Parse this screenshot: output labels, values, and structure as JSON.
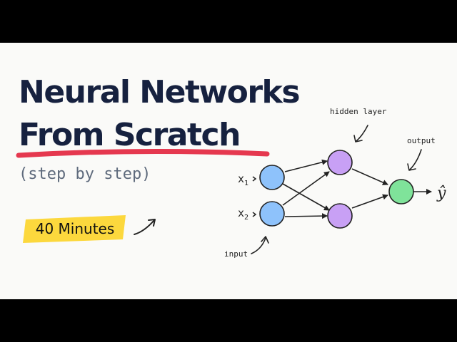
{
  "title": {
    "line1": "Neural Networks",
    "line2": "From Scratch"
  },
  "subtitle": "(step by step)",
  "badge": {
    "label": "40 Minutes"
  },
  "diagram": {
    "labels": {
      "hidden": "hidden layer",
      "output": "output",
      "input": "input",
      "x1": "x",
      "x1_sub": "1",
      "x2": "x",
      "x2_sub": "2",
      "yhat": "ŷ"
    }
  },
  "colors": {
    "background": "#fafaf8",
    "title": "#16213f",
    "underline": "#e5384f",
    "highlight": "#fcd83d",
    "input_node": "#8ec2fb",
    "hidden_node": "#c8a0f5",
    "output_node": "#7fe39a"
  }
}
